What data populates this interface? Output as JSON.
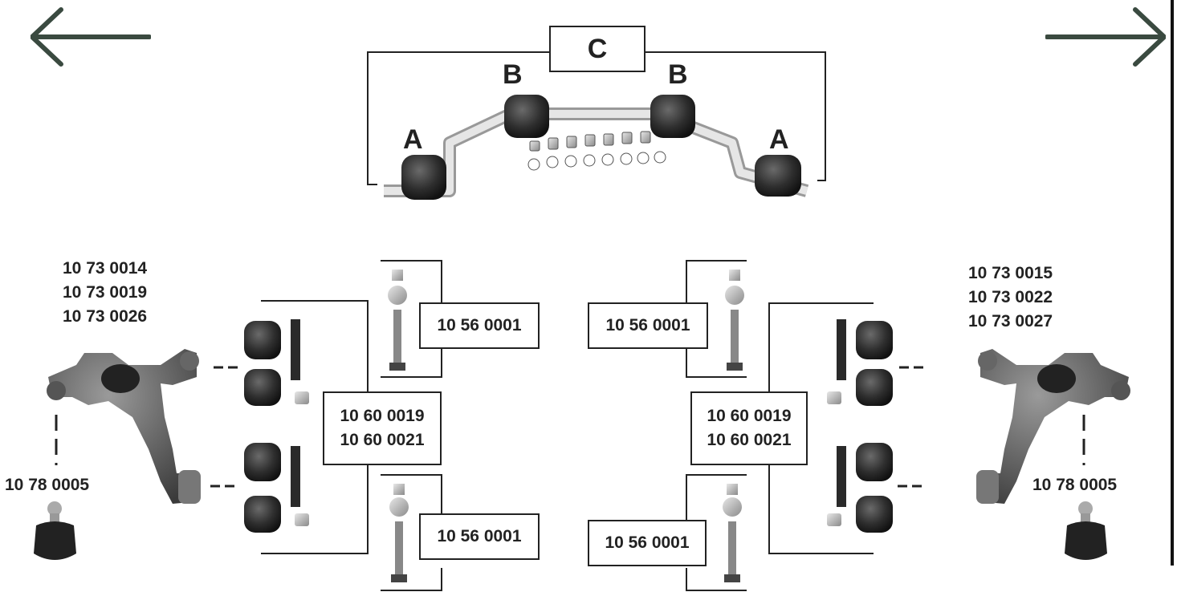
{
  "nav": {
    "back_icon": "arrow-left-icon",
    "forward_icon": "arrow-right-icon",
    "arrow_color": "#3a4a40"
  },
  "stabilizer": {
    "label_c": "C",
    "label_b_left": "B",
    "label_b_right": "B",
    "label_a_left": "A",
    "label_a_right": "A"
  },
  "left_side": {
    "arm_part_numbers": [
      "10 73 0014",
      "10 73 0019",
      "10 73 0026"
    ],
    "ball_joint_number": "10 78 0005",
    "bushing_kit_numbers": [
      "10 60 0019",
      "10 60 0021"
    ],
    "bolt_kit_top": "10 56 0001",
    "bolt_kit_bottom": "10 56 0001"
  },
  "right_side": {
    "arm_part_numbers": [
      "10 73 0015",
      "10 73 0022",
      "10 73 0027"
    ],
    "ball_joint_number": "10 78 0005",
    "bushing_kit_numbers": [
      "10 60 0019",
      "10 60 0021"
    ],
    "bolt_kit_top": "10 56 0001",
    "bolt_kit_bottom": "10 56 0001"
  },
  "colors": {
    "line": "#222222",
    "rubber": "#2b2b2b",
    "metal": "#bdbdbd"
  }
}
